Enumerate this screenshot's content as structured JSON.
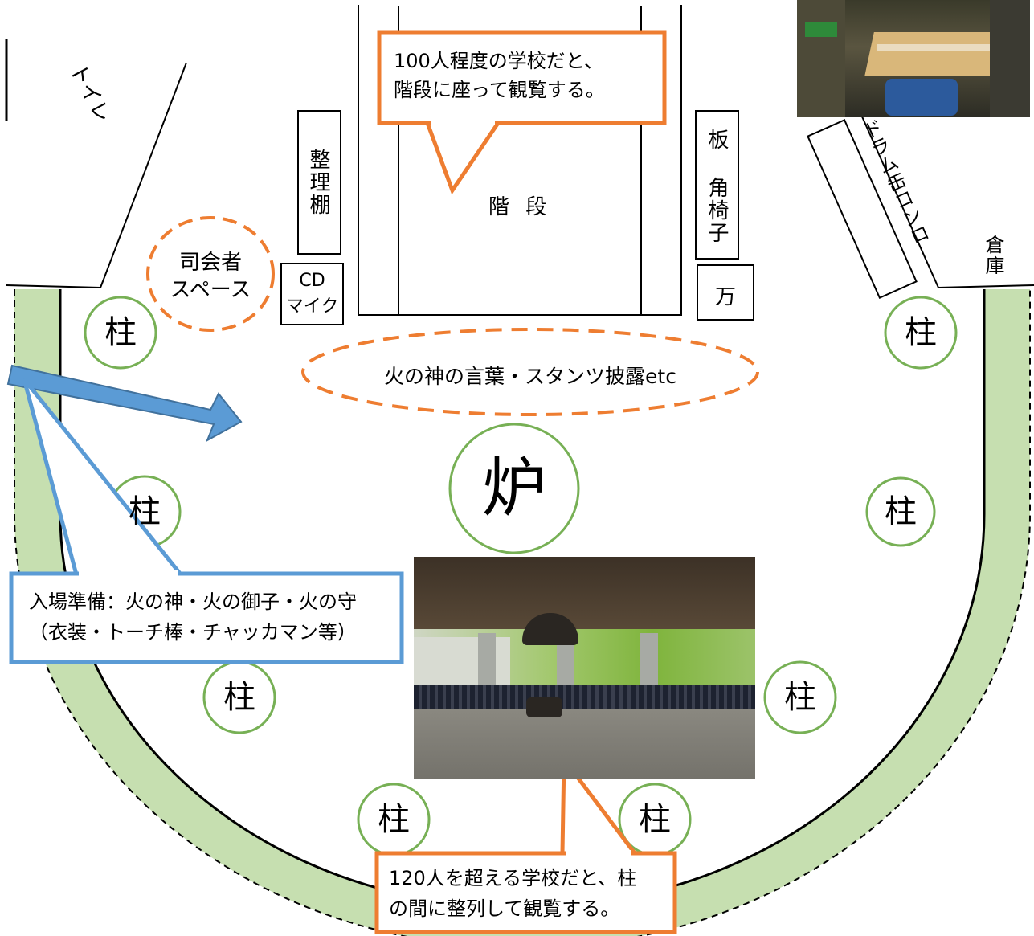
{
  "labels": {
    "toilet": "トイレ",
    "shelf": "整理棚",
    "stairs": "階 段",
    "chairs": "板 角椅子",
    "drum_stove": "ドラム缶コンロ",
    "storage": "倉庫",
    "mc_space": "司会者\nスペース",
    "cd_mic": "CD\nマイク",
    "man": "万",
    "speech_area": "火の神の言葉・スタンツ披露etc",
    "hearth": "炉",
    "pillar": "柱"
  },
  "callouts": {
    "stairs_note": "100人程度の学校だと、\n階段に座って観覧する。",
    "entry_note": "入場準備：火の神・火の御子・火の守\n（衣装・トーチ棒・チャッカマン等）",
    "pillars_note": "120人を超える学校だと、柱\nの間に整列して観覧する。"
  },
  "photos": {
    "firewood": "firewood-photo",
    "pavilion": "pavilion-photo"
  },
  "colors": {
    "green_band": "#c6dfb0",
    "circle_green": "#77b055",
    "orange": "#ee7d31",
    "blue_arrow": "#5b9bd5",
    "blue_box": "#5b9bd5"
  }
}
